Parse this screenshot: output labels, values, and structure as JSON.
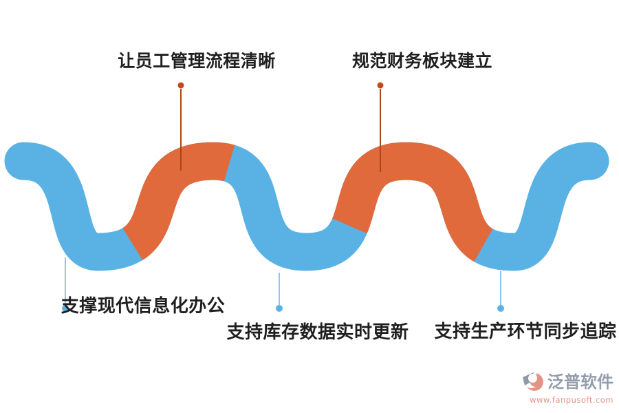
{
  "callouts": [
    {
      "label": "让员工管理流程清晰",
      "position": "top"
    },
    {
      "label": "规范财务板块建立",
      "position": "top"
    },
    {
      "label": "支撑现代信息化办公",
      "position": "bottom"
    },
    {
      "label": "支持库存数据实时更新",
      "position": "bottom"
    },
    {
      "label": "支持生产环节同步追踪",
      "position": "bottom"
    }
  ],
  "watermark": {
    "brand": "泛普软件",
    "url": "www.fanpusoft.com"
  },
  "colors": {
    "background": "#FFFFFF",
    "wave_blue": "#59B2E3",
    "wave_orange": "#E06A3C",
    "marker_orange": "#C4491B",
    "marker_line_orange": "#AC4517",
    "marker_blue": "#5AB2E6",
    "marker_line_blue": "#8CC8EE",
    "label_text": "#1F1F1F",
    "brand_text": "#939DAD",
    "brand_url": "#E29287",
    "brand_icon_gray": "#8E99A9"
  }
}
